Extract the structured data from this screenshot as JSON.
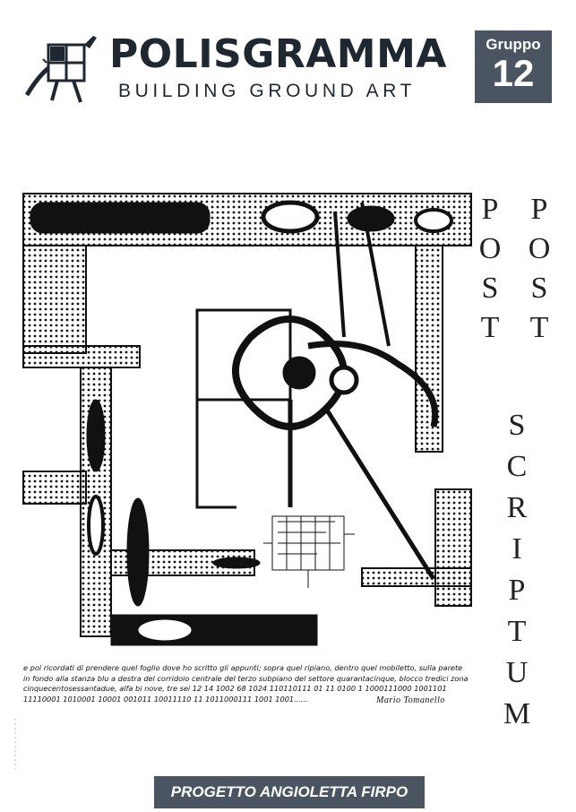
{
  "header": {
    "brand_name": "POLISGRAMMA",
    "tagline": "BUILDING GROUND ART",
    "badge_label": "Gruppo",
    "badge_number": "12"
  },
  "title": {
    "left_column": [
      "P",
      "O",
      "S",
      "T"
    ],
    "right_column": [
      "P",
      "O",
      "S",
      "T"
    ],
    "scriptum": [
      "S",
      "C",
      "R",
      "I",
      "P",
      "T",
      "U",
      "M"
    ]
  },
  "caption": {
    "lines": [
      "e poi ricordati di prendere quel foglio dove ho scritto gli appunti; sopra quel ripiano, dentro quel mobiletto, sulla parete",
      "in fondo alla stanza blu a destra del corridoio centrale del terzo subpiano del settore quarantacinque, blocco tredici zona",
      "cinquecentosessantadue, alfa bi nove, tre sei 12  14  1002  68  1024  110110111 01 11 0100 1  1000111000  1001101",
      "11110001 1010001  10001  001011 10011110 11 1011000111 1001  1001......"
    ],
    "signature": "Mario Tomanello"
  },
  "footer": {
    "label": "PROGETTO ANGIOLETTA FIRPO"
  },
  "colors": {
    "badge_bg": "#4b5562",
    "brand_text": "#1f2730"
  },
  "icons": {
    "logo": "cartoon-animal-logo-icon"
  }
}
